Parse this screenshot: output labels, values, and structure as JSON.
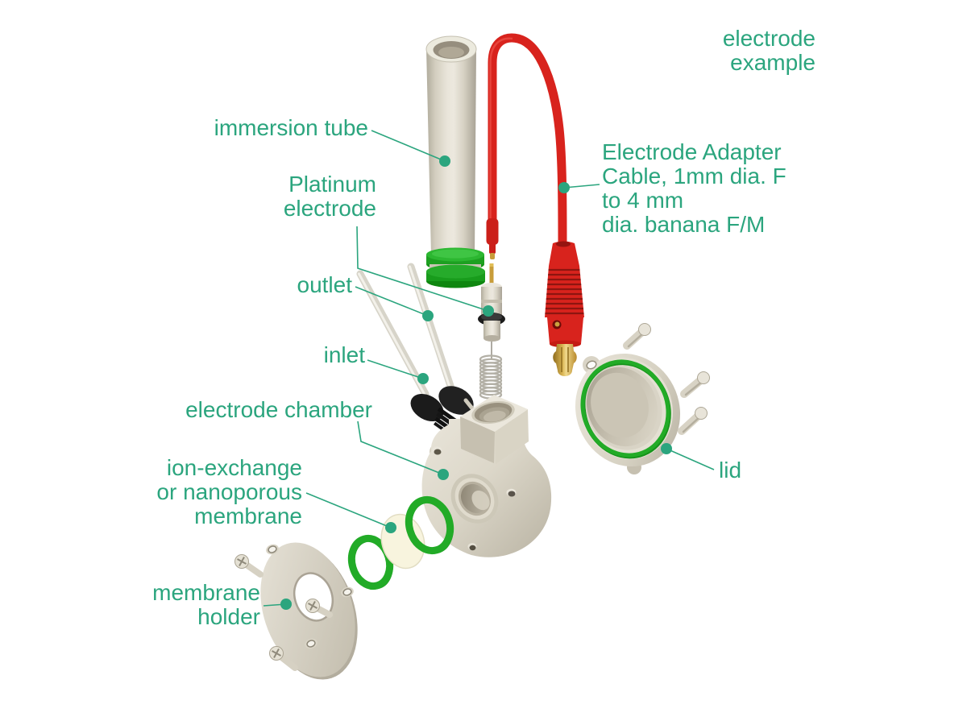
{
  "diagram": {
    "corner_note": {
      "lines": [
        "electrode",
        "example"
      ]
    },
    "labels": {
      "immersion_tube": {
        "lines": [
          "immersion tube"
        ]
      },
      "platinum_electrode": {
        "lines": [
          "Platinum",
          "electrode"
        ]
      },
      "outlet": {
        "lines": [
          "outlet"
        ]
      },
      "inlet": {
        "lines": [
          "inlet"
        ]
      },
      "electrode_chamber": {
        "lines": [
          "electrode chamber"
        ]
      },
      "membrane": {
        "lines": [
          "ion-exchange",
          "or nanoporous",
          "membrane"
        ]
      },
      "membrane_holder": {
        "lines": [
          "membrane",
          "holder"
        ]
      },
      "lid": {
        "lines": [
          "lid"
        ]
      },
      "adapter_cable": {
        "lines": [
          "Electrode Adapter",
          "Cable, 1mm dia. F",
          "to 4 mm",
          "dia. banana F/M"
        ]
      }
    }
  },
  "colors": {
    "background": "#ffffff",
    "label-green": "#2ba57e",
    "leader-green": "#2ba57e",
    "oring-green": "#22ab27",
    "cable-red": "#d8231d",
    "part-beige": "#dcd7c9",
    "gold": "#c89d3a",
    "fitting-black": "#1e1e1e"
  }
}
